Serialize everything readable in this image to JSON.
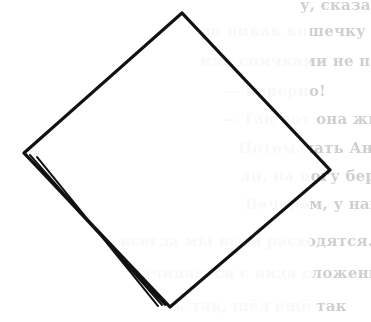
{
  "background_text_lines": [
    "у, сказанное,",
    "ш никак кошечку нашли ",
    "или спичками не посмотрит, а",
    "— наверно!",
    "— Так вот она жиз",
    "Потом мать Антошу из оно",
    "ли, на ногу берёт создал",
    "Вечером, у наглядно ещё как",
    "всегда мы всем расходятся. Н",
    "начинается с вида сложенной в",
    "к так, шёл ещё так"
  ]
}
